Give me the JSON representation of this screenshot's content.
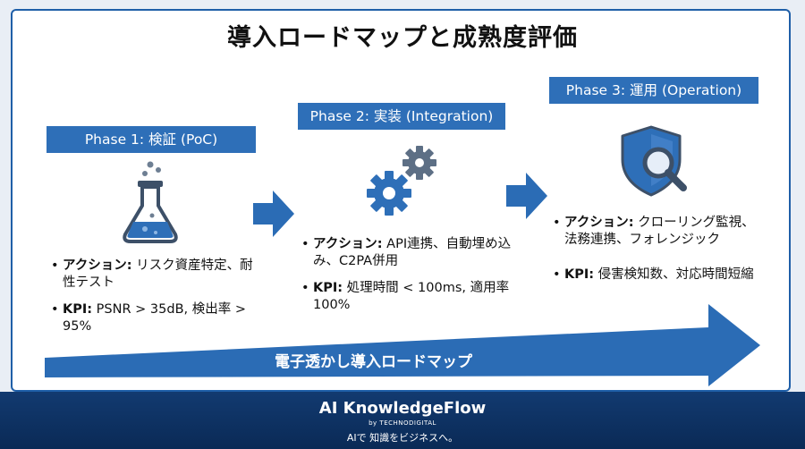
{
  "title": "導入ロードマップと成熟度評価",
  "phases": [
    {
      "label": "Phase 1: 検証 (PoC)",
      "icon": "flask-icon",
      "action_key": "アクション:",
      "action_text": " リスク資産特定、耐性テスト",
      "kpi_key": "KPI:",
      "kpi_text": " PSNR > 35dB, 検出率 > 95%"
    },
    {
      "label": "Phase 2: 実装 (Integration)",
      "icon": "gears-icon",
      "action_key": "アクション:",
      "action_text": " API連携、自動埋め込み、C2PA併用",
      "kpi_key": "KPI:",
      "kpi_text": " 処理時間 < 100ms, 適用率 100%"
    },
    {
      "label": "Phase 3: 運用 (Operation)",
      "icon": "shield-search-icon",
      "action_key": "アクション:",
      "action_text": " クローリング監視、法務連携、フォレンジック",
      "kpi_key": "KPI:",
      "kpi_text": " 侵害検知数、対応時間短縮"
    }
  ],
  "bullet_char": "•",
  "roadmap_label": "電子透かし導入ロードマップ",
  "footer": {
    "brand": "AI KnowledgeFlow",
    "by": "by TECHNODIGITAL",
    "tagline": "AIで 知識をビジネスへ。"
  },
  "colors": {
    "accent": "#2e6fb8",
    "arrow": "#2b6cb5",
    "footer_bg": "#0d3162"
  }
}
